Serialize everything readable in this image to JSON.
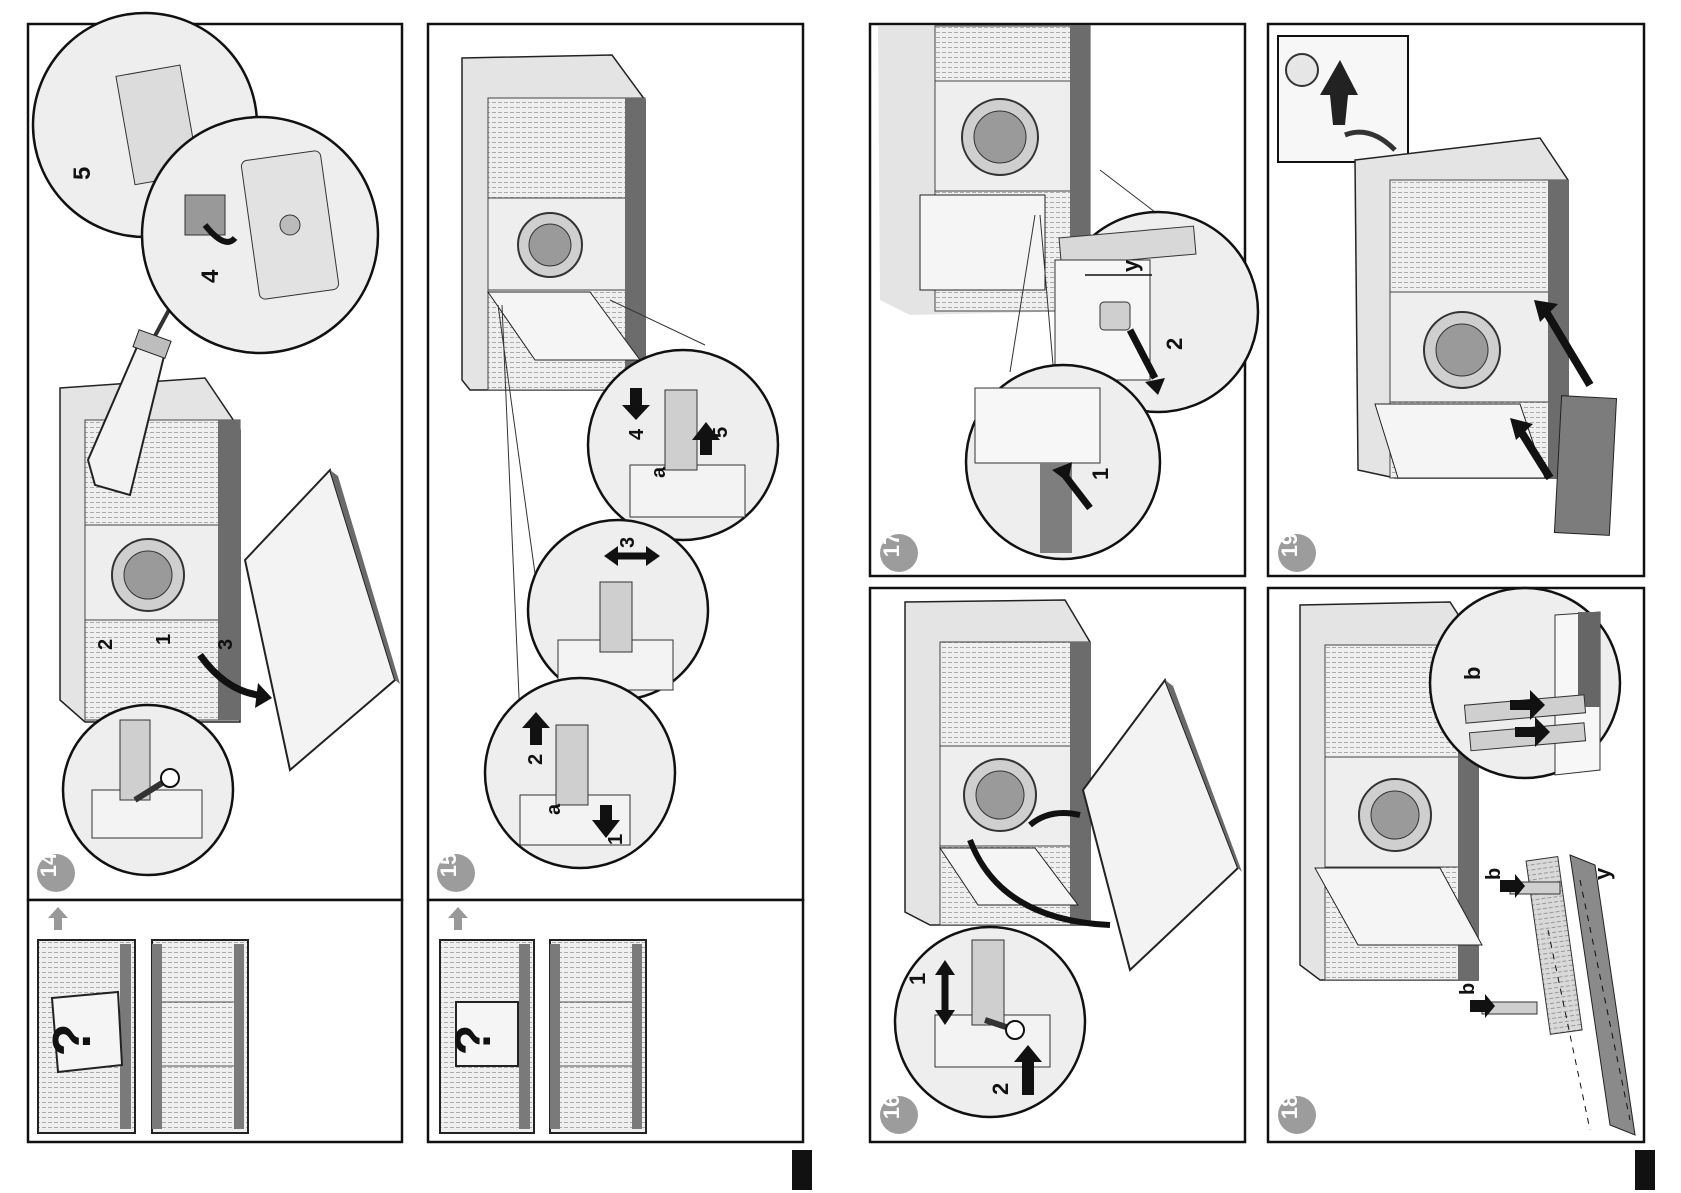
{
  "steps": {
    "s14": "14",
    "s15": "15",
    "s16": "16",
    "s17": "17",
    "s18": "18",
    "s19": "19"
  },
  "callouts": {
    "n1": "1",
    "n2": "2",
    "n3": "3",
    "n4": "4",
    "n5": "5",
    "a": "a",
    "b": "b",
    "y": "y"
  },
  "help_symbol": "?"
}
